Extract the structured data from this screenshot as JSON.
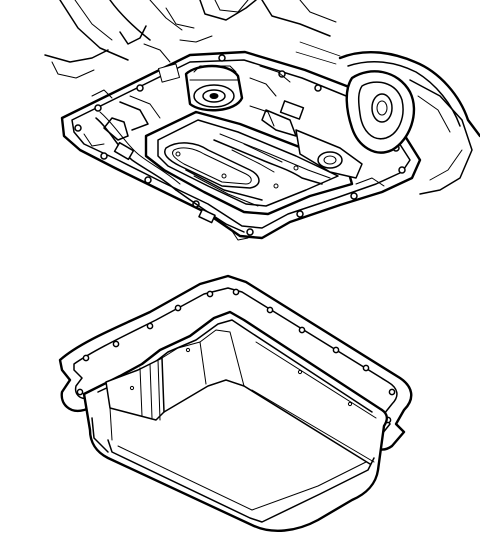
{
  "figure": {
    "panels": [
      {
        "id": "upper",
        "depicts": "transmission-underside-valve-body"
      },
      {
        "id": "lower",
        "depicts": "transmission-oil-pan"
      }
    ],
    "icons": [
      "transmission-assembly-icon",
      "oil-pan-icon"
    ],
    "colors": {
      "ink": "#000000",
      "paper": "#ffffff"
    }
  }
}
